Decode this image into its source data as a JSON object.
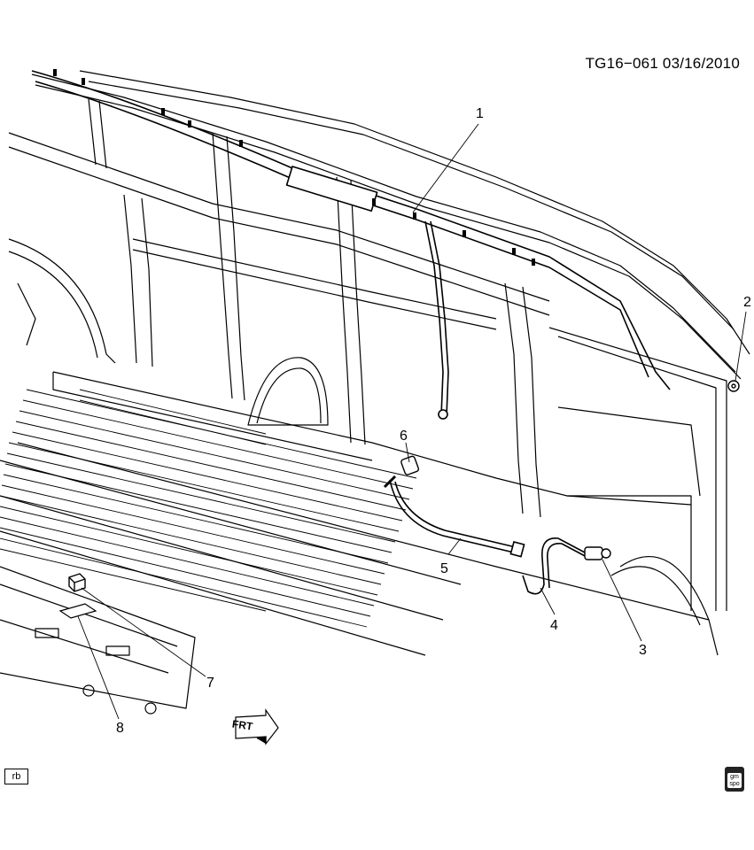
{
  "header": {
    "code": "TG16−061  03/16/2010"
  },
  "callouts": [
    {
      "id": "1",
      "label": "1"
    },
    {
      "id": "2",
      "label": "2"
    },
    {
      "id": "3",
      "label": "3"
    },
    {
      "id": "4",
      "label": "4"
    },
    {
      "id": "5",
      "label": "5"
    },
    {
      "id": "6",
      "label": "6"
    },
    {
      "id": "7",
      "label": "7"
    },
    {
      "id": "8",
      "label": "8"
    }
  ],
  "front_arrow": {
    "label": "FRT"
  },
  "footer": {
    "box_label": "rb",
    "logo_top": "gm",
    "logo_bottom": "spo"
  },
  "colors": {
    "line": "#000000",
    "background": "#ffffff"
  }
}
